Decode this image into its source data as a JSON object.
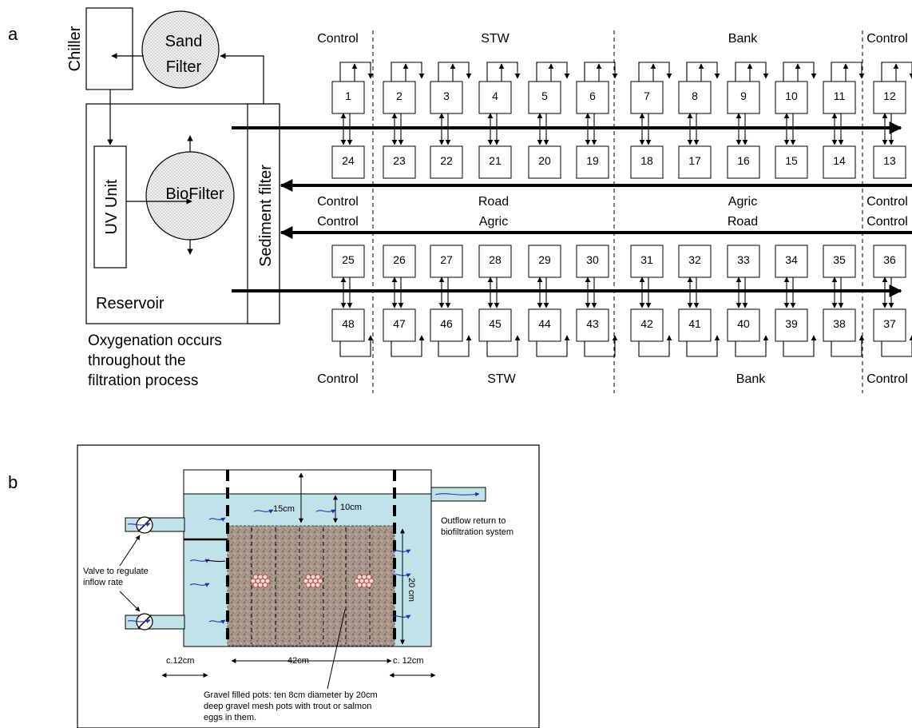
{
  "panel_a": {
    "label": "a",
    "chiller": "Chiller",
    "sand_filter": [
      "Sand",
      "Filter"
    ],
    "uv_unit": "UV Unit",
    "biofilter": "BioFilter",
    "sediment_filter": "Sediment filter",
    "reservoir": "Reservoir",
    "oxygenation_note": [
      "Oxygenation occurs",
      "throughout the",
      "filtration process"
    ],
    "row1_top_labels": [
      "Control",
      "STW",
      "Bank",
      "Control"
    ],
    "row1_bottom_labels": [
      "Control",
      "Road",
      "Agric",
      "Control"
    ],
    "row2_top_labels": [
      "Control",
      "Agric",
      "Road",
      "Control"
    ],
    "row2_bottom_labels": [
      "Control",
      "STW",
      "Bank",
      "Control"
    ],
    "tanks_row1_top": [
      "1",
      "2",
      "3",
      "4",
      "5",
      "6",
      "7",
      "8",
      "9",
      "10",
      "11",
      "12"
    ],
    "tanks_row1_bottom": [
      "24",
      "23",
      "22",
      "21",
      "20",
      "19",
      "18",
      "17",
      "16",
      "15",
      "14",
      "13"
    ],
    "tanks_row2_top": [
      "25",
      "26",
      "27",
      "28",
      "29",
      "30",
      "31",
      "32",
      "33",
      "34",
      "35",
      "36"
    ],
    "tanks_row2_bottom": [
      "48",
      "47",
      "46",
      "45",
      "44",
      "43",
      "42",
      "41",
      "40",
      "39",
      "38",
      "37"
    ]
  },
  "panel_b": {
    "label": "b",
    "depth_15": "15cm",
    "depth_10": "10cm",
    "height_20": "20 cm",
    "outflow": [
      "Outflow return to",
      "biofiltration system"
    ],
    "valve": [
      "Valve to regulate",
      "inflow rate"
    ],
    "width_left": "c.12cm",
    "width_mid": "42cm",
    "width_right": "c. 12cm",
    "gravel_note": [
      "Gravel filled pots: ten 8cm diameter by 20cm",
      "deep gravel mesh pots with trout or salmon",
      "eggs in them."
    ]
  },
  "colors": {
    "water": "#bfe3e8",
    "gravel": "#a8968a",
    "flow": "#1f35b0"
  }
}
